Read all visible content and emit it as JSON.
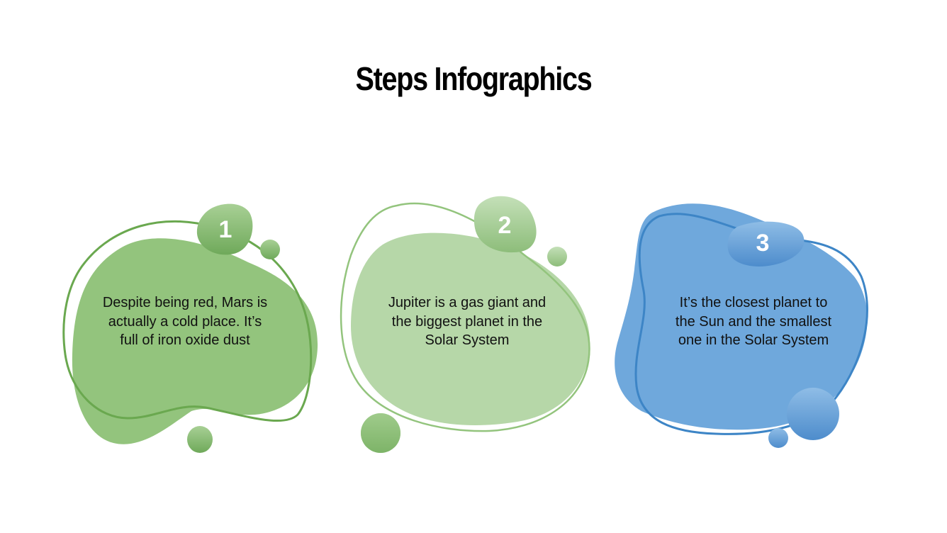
{
  "slide": {
    "title": "Steps Infographics"
  },
  "steps": [
    {
      "number": "1",
      "text": "Despite being red, Mars is actually a cold place. It’s full of iron oxide dust",
      "fill_color": "#93c47d",
      "outline_color": "#6aa84f",
      "badge_color": "#8cbf76"
    },
    {
      "number": "2",
      "text": "Jupiter is a gas giant and the biggest planet in the Solar System",
      "fill_color": "#b6d7a8",
      "outline_color": "#93c47d",
      "badge_color": "#a9cf98"
    },
    {
      "number": "3",
      "text": "It’s the closest planet to the Sun and the smallest one in the Solar System",
      "fill_color": "#6fa8dc",
      "outline_color": "#3d85c6",
      "badge_color": "#6aa2d8"
    }
  ]
}
